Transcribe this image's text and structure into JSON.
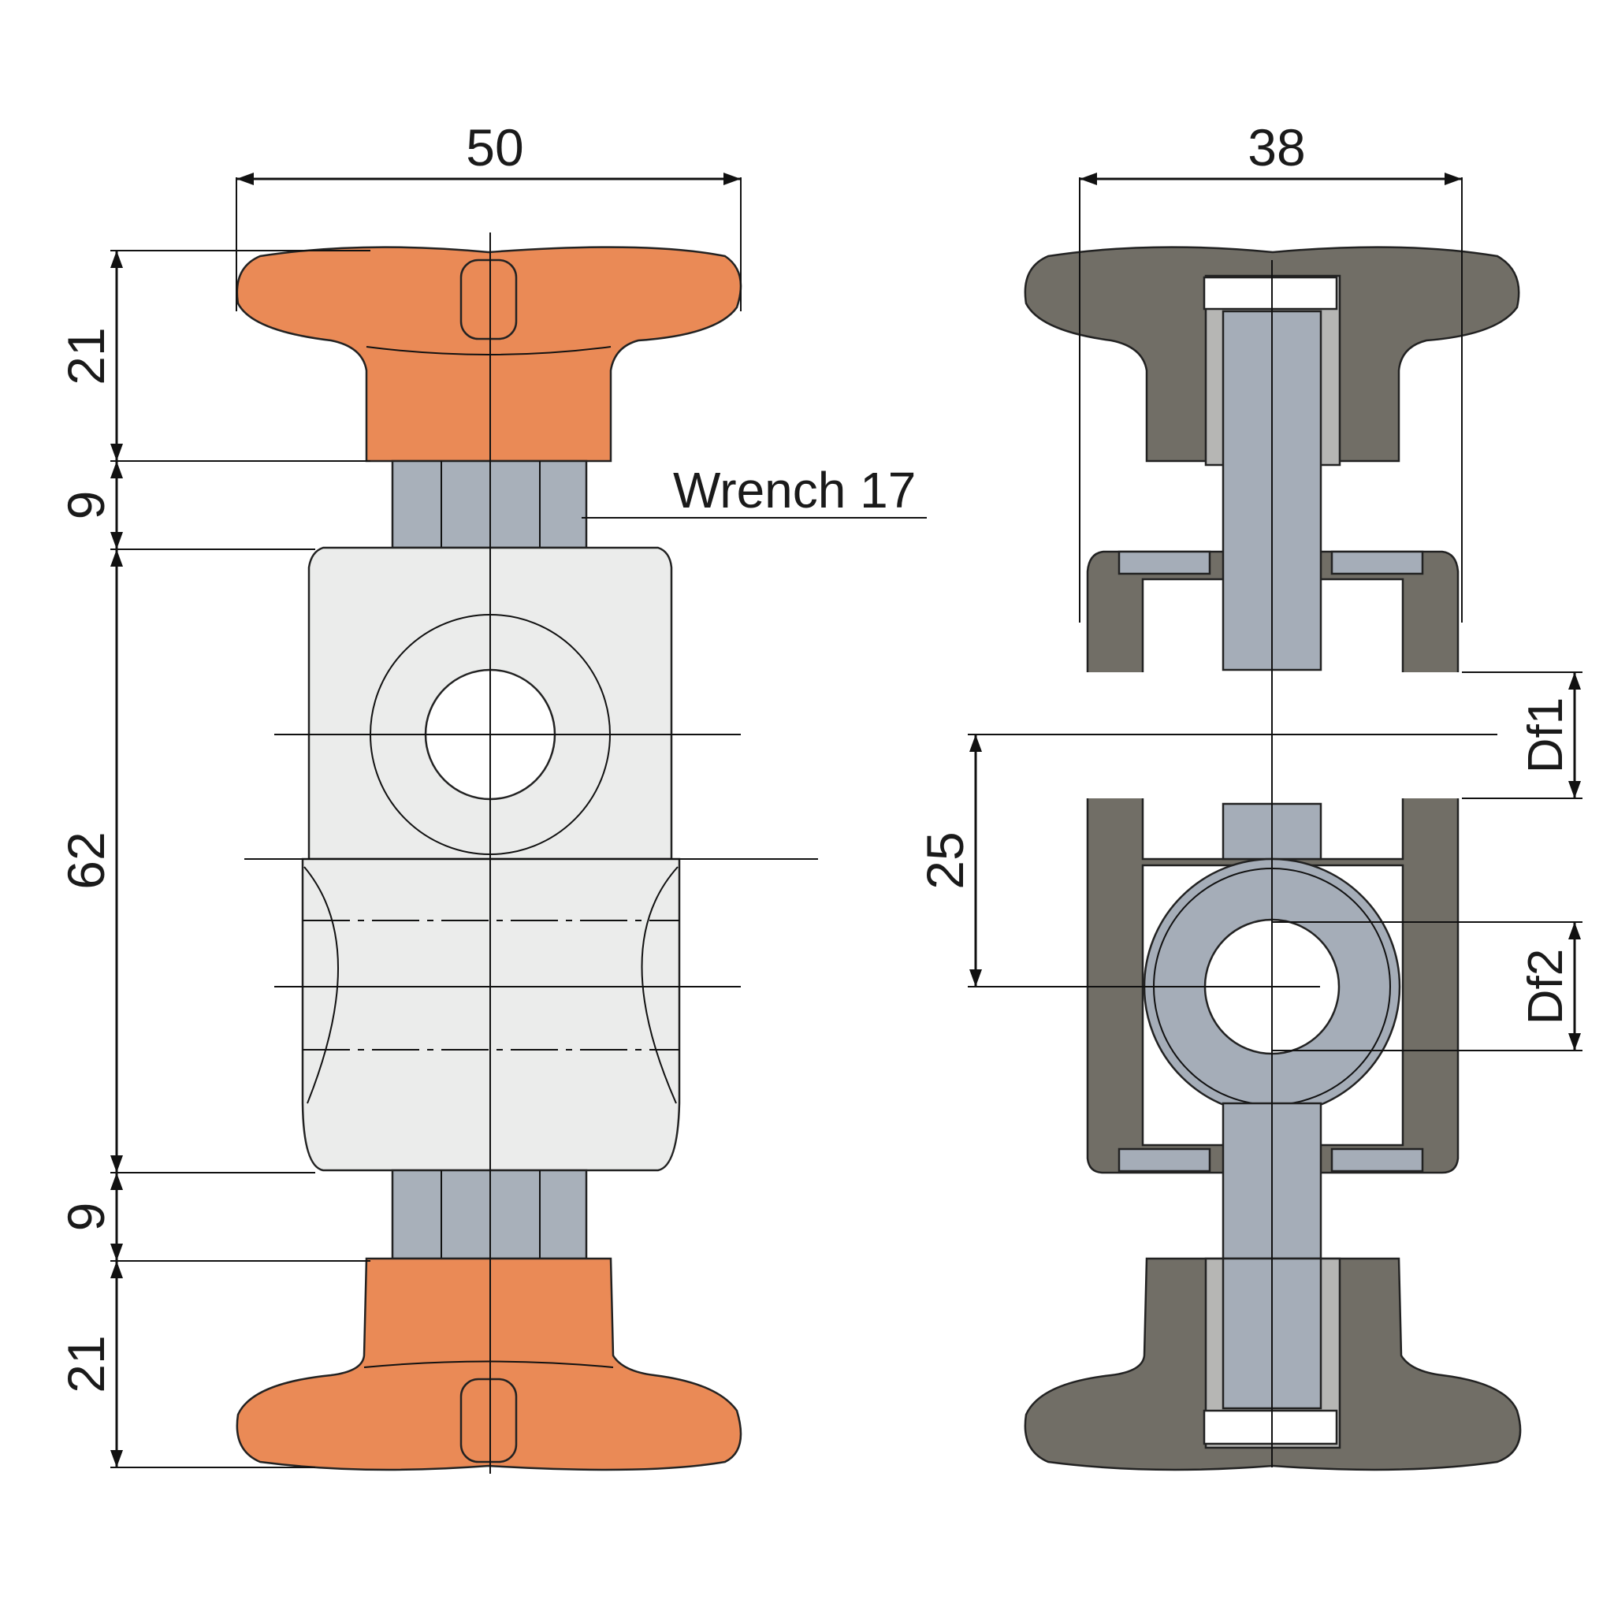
{
  "front_view": {
    "width_label": "50",
    "top_knob_height_label": "21",
    "top_nut_height_label": "9",
    "body_height_label": "62",
    "bottom_nut_height_label": "9",
    "bottom_knob_height_label": "21",
    "wrench_label": "Wrench 17"
  },
  "side_view": {
    "width_label": "38",
    "hole_spacing_label": "25",
    "df1_label": "Df1",
    "df2_label": "Df2"
  },
  "colors": {
    "knob_orange": "#ea8a56",
    "nut_grey": "#a8b0ba",
    "body_light": "#ebeceb",
    "section_dark": "#716e66",
    "section_mid": "#b6b6b4",
    "bolt_blue": "#a5adb8"
  }
}
